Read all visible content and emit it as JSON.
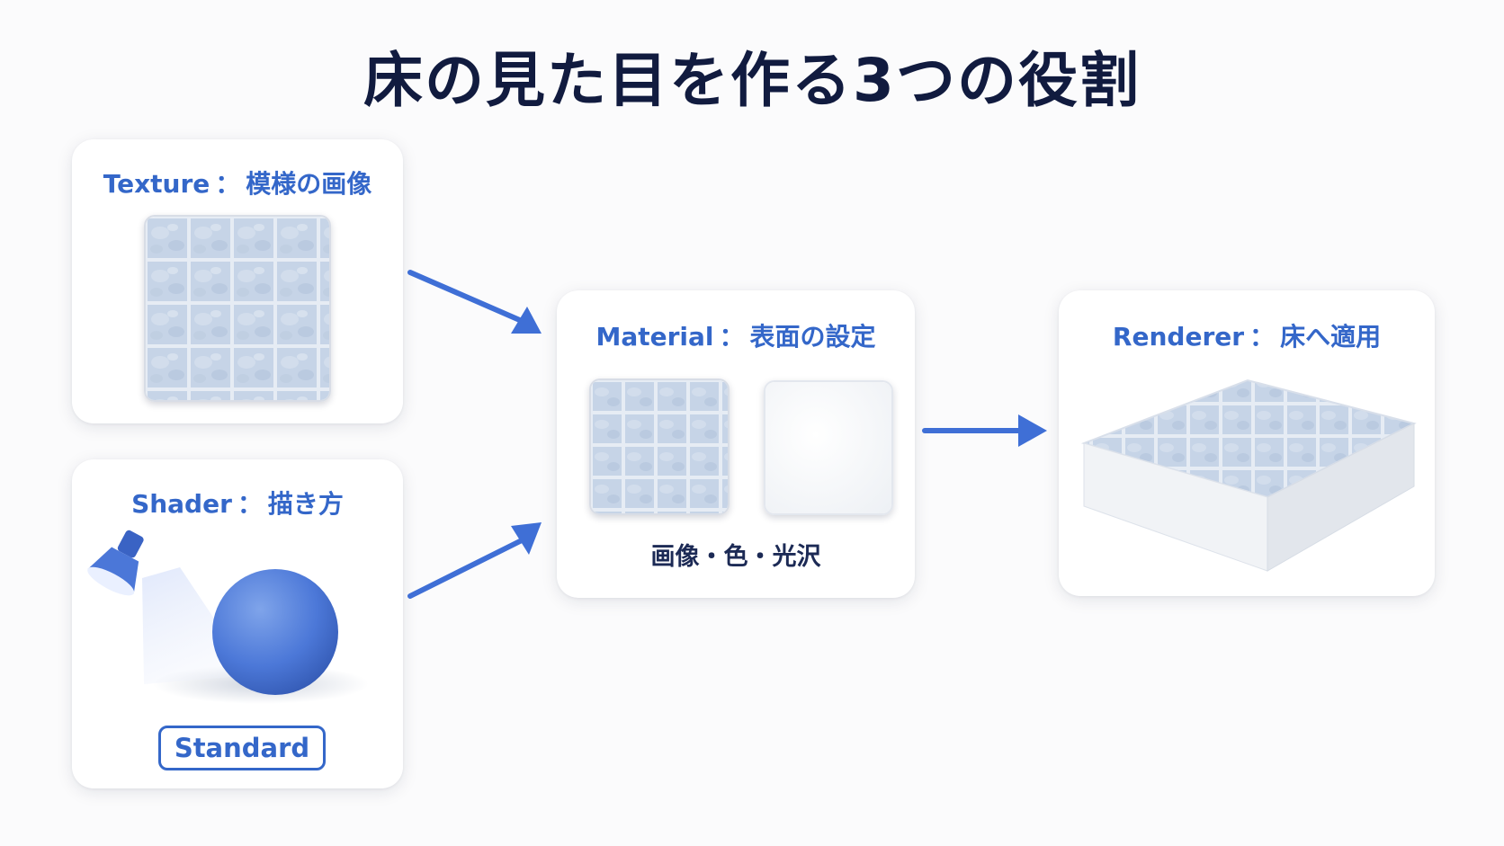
{
  "title": "床の見た目を作る3つの役割",
  "cards": {
    "texture": {
      "name": "Texture",
      "separator": "：",
      "role": "模様の画像"
    },
    "shader": {
      "name": "Shader",
      "separator": "：",
      "role": "描き方",
      "badge": "Standard"
    },
    "material": {
      "name": "Material",
      "separator": "：",
      "role": "表面の設定",
      "caption": "画像・色・光沢"
    },
    "renderer": {
      "name": "Renderer",
      "separator": "：",
      "role": "床へ適用"
    }
  },
  "colors": {
    "accent": "#3467c9",
    "arrow": "#3f6fd6",
    "title": "#111b3f",
    "tile": "#c9d6e8",
    "grout": "#e4eaf3"
  }
}
